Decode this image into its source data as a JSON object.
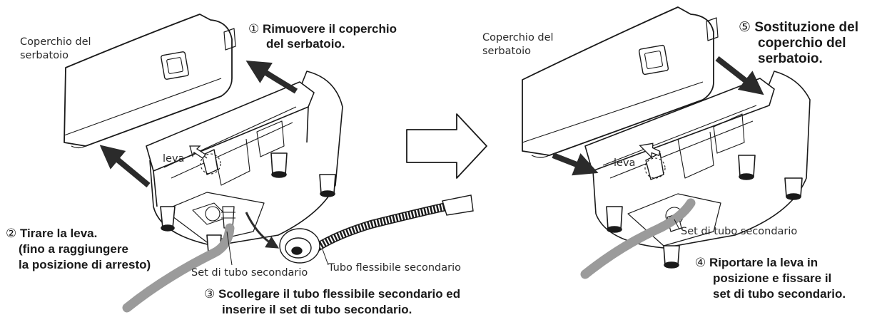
{
  "left_panel": {
    "tank_cover_label": [
      "Coperchio del",
      "serbatoio"
    ],
    "lever_label": "leva",
    "subtube_set_label": "Set di tubo secondario",
    "flex_tube_label": "Tubo flessibile secondario",
    "step1": {
      "num": "①",
      "lines": [
        "Rimuovere il coperchio",
        "del serbatoio."
      ]
    },
    "step2": {
      "num": "②",
      "lines": [
        "Tirare la leva.",
        "(fino a raggiungere",
        "la posizione di arresto)"
      ]
    },
    "step3": {
      "num": "③",
      "lines": [
        "Scollegare il tubo flessibile secondario ed",
        "inserire il set di tubo secondario."
      ]
    }
  },
  "right_panel": {
    "tank_cover_label": [
      "Coperchio del",
      "serbatoio"
    ],
    "lever_label": "leva",
    "subtube_set_label": "Set di tubo secondario",
    "step4": {
      "num": "④",
      "lines": [
        "Riportare la leva in",
        "posizione e fissare il",
        "set di tubo secondario."
      ]
    },
    "step5": {
      "num": "⑤",
      "lines": [
        "Sostituzione del",
        "coperchio del",
        "serbatoio."
      ]
    }
  },
  "colors": {
    "ink": "#1a1a1a",
    "tube": "#9b9b9b",
    "arrow": "#2b2b2b"
  }
}
